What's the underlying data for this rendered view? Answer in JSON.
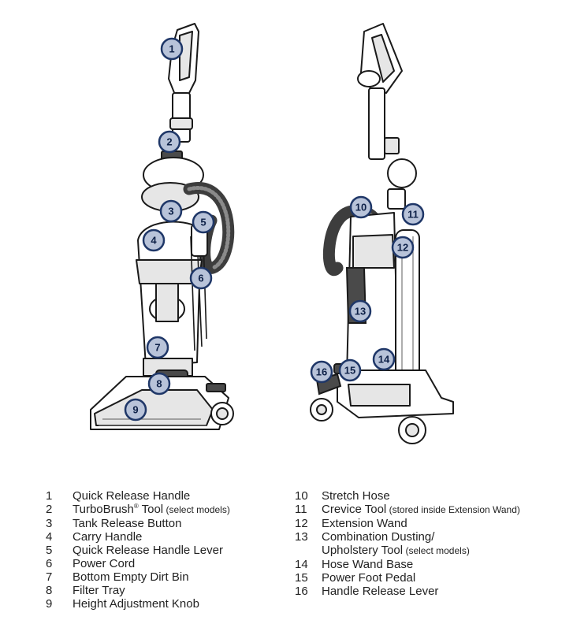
{
  "callouts": {
    "c1": "1",
    "c2": "2",
    "c3": "3",
    "c4": "4",
    "c5": "5",
    "c6": "6",
    "c7": "7",
    "c8": "8",
    "c9": "9",
    "c10": "10",
    "c11": "11",
    "c12": "12",
    "c13": "13",
    "c14": "14",
    "c15": "15",
    "c16": "16"
  },
  "legend_left": [
    {
      "num": "1",
      "label": "Quick Release Handle"
    },
    {
      "num": "2",
      "label": "TurboBrush",
      "sup": "®",
      "label_after": " Tool",
      "note": " (select models)"
    },
    {
      "num": "3",
      "label": "Tank Release Button"
    },
    {
      "num": "4",
      "label": "Carry Handle"
    },
    {
      "num": "5",
      "label": "Quick Release Handle Lever"
    },
    {
      "num": "6",
      "label": "Power Cord"
    },
    {
      "num": "7",
      "label": "Bottom Empty Dirt Bin"
    },
    {
      "num": "8",
      "label": "Filter Tray"
    },
    {
      "num": "9",
      "label": "Height Adjustment Knob"
    }
  ],
  "legend_right": [
    {
      "num": "10",
      "label": "Stretch Hose"
    },
    {
      "num": "11",
      "label": "Crevice Tool",
      "note": " (stored inside Extension Wand)"
    },
    {
      "num": "12",
      "label": "Extension Wand"
    },
    {
      "num": "13",
      "label": "Combination Dusting/"
    },
    {
      "num": "",
      "label": "Upholstery Tool",
      "note": " (select models)"
    },
    {
      "num": "14",
      "label": "Hose Wand Base"
    },
    {
      "num": "15",
      "label": "Power Foot Pedal"
    },
    {
      "num": "16",
      "label": "Handle Release Lever"
    }
  ]
}
